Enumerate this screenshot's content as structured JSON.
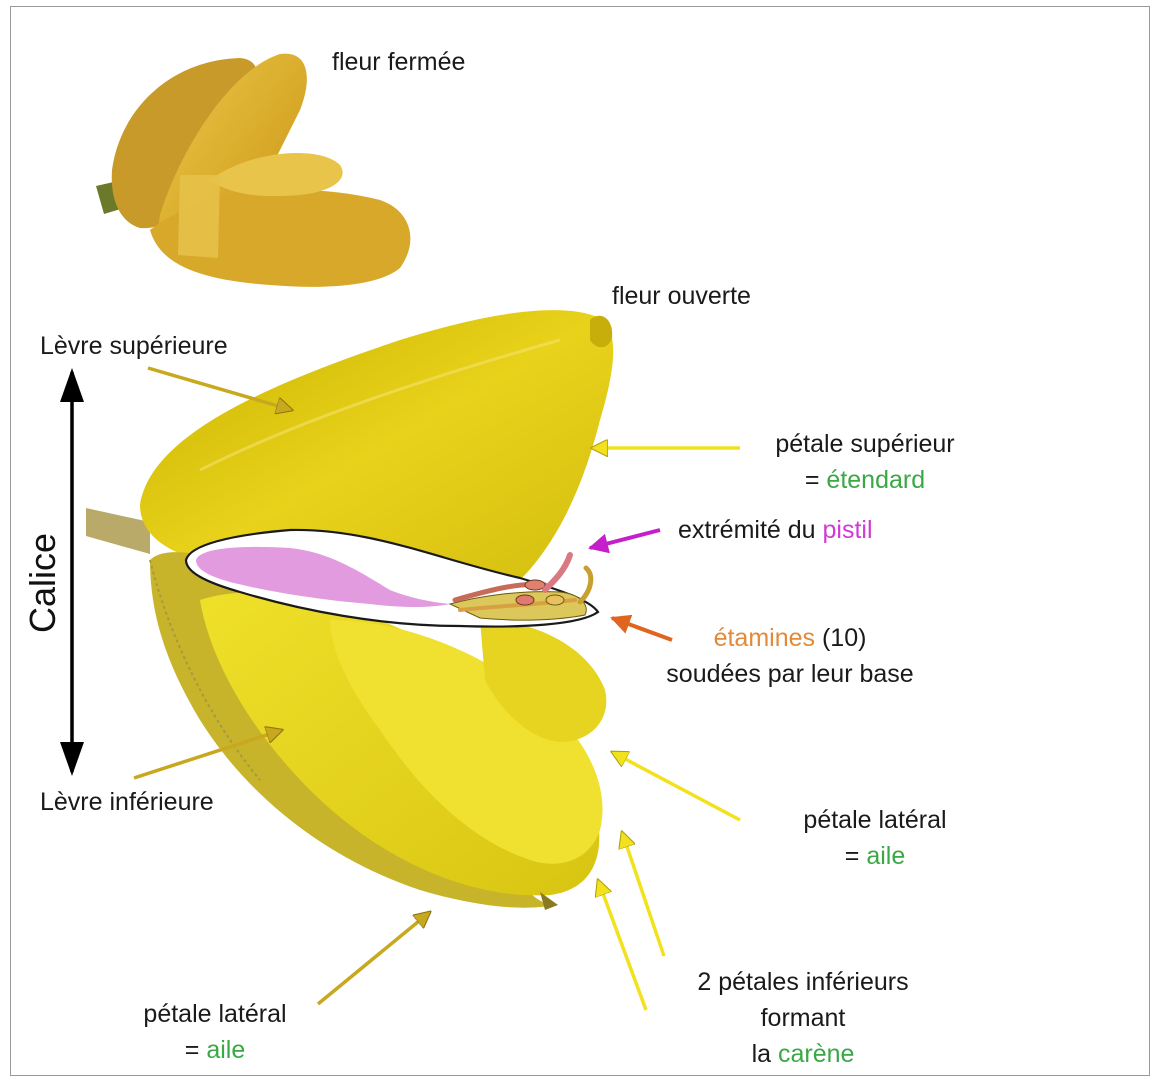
{
  "labels": {
    "closed_flower": "fleur fermée",
    "open_flower": "fleur ouverte",
    "upper_lip": "Lèvre supérieure",
    "lower_lip": "Lèvre inférieure",
    "calyx": "Calice",
    "upper_petal": {
      "line1": "pétale supérieur",
      "prefix": "= ",
      "term": "étendard"
    },
    "pistil": {
      "text": "extrémité du ",
      "term": "pistil"
    },
    "stamens": {
      "term": "étamines",
      "count": " (10)",
      "line2": "soudées par leur base"
    },
    "lateral_petal_right": {
      "line1": "pétale latéral",
      "prefix": "= ",
      "term": "aile"
    },
    "lateral_petal_left": {
      "line1": "pétale latéral",
      "prefix": "= ",
      "term": "aile"
    },
    "lower_petals": {
      "line1": "2 pétales inférieurs",
      "line2": "formant",
      "prefix": "la ",
      "term": "carène"
    }
  },
  "colors": {
    "term_green": "#3aa845",
    "pistil_pink": "#d23ad6",
    "stamen_orange": "#e28a3a",
    "petal_yellow": "#e6d21a",
    "arrow_gold": "#c8a81e"
  }
}
